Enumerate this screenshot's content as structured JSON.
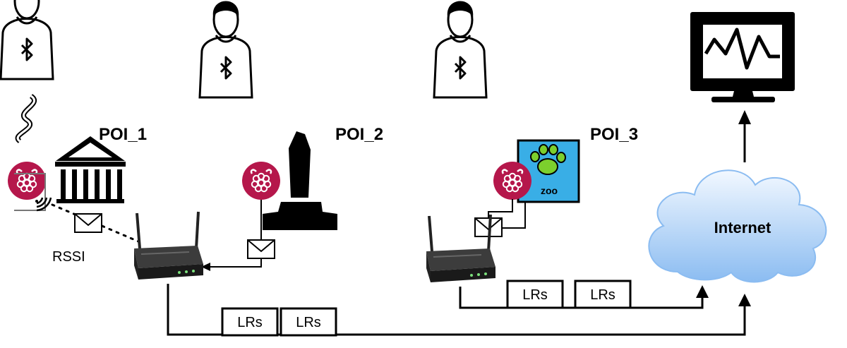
{
  "labels": {
    "poi_1": "POI_1",
    "poi_2": "POI_2",
    "poi_3": "POI_3",
    "rssi": "RSSI",
    "internet": "Internet",
    "zoo": "zoo",
    "lrs_bottom_1": "LRs",
    "lrs_bottom_2": "LRs",
    "lrs_right_1": "LRs",
    "lrs_right_2": "LRs"
  },
  "colors": {
    "raspberry": "#b5174b",
    "cloud_top": "#f2f8ff",
    "cloud_bottom": "#8bbcf1",
    "zoo_bg": "#39aee6",
    "zoo_paw": "#7ccf2d",
    "stroke": "#000000"
  },
  "icons": [
    "person-bluetooth-icon",
    "museum-icon",
    "monument-icon",
    "zoo-icon",
    "raspberry-pi-icon",
    "wifi-router-icon",
    "envelope-icon",
    "monitor-icon",
    "cloud-icon"
  ]
}
